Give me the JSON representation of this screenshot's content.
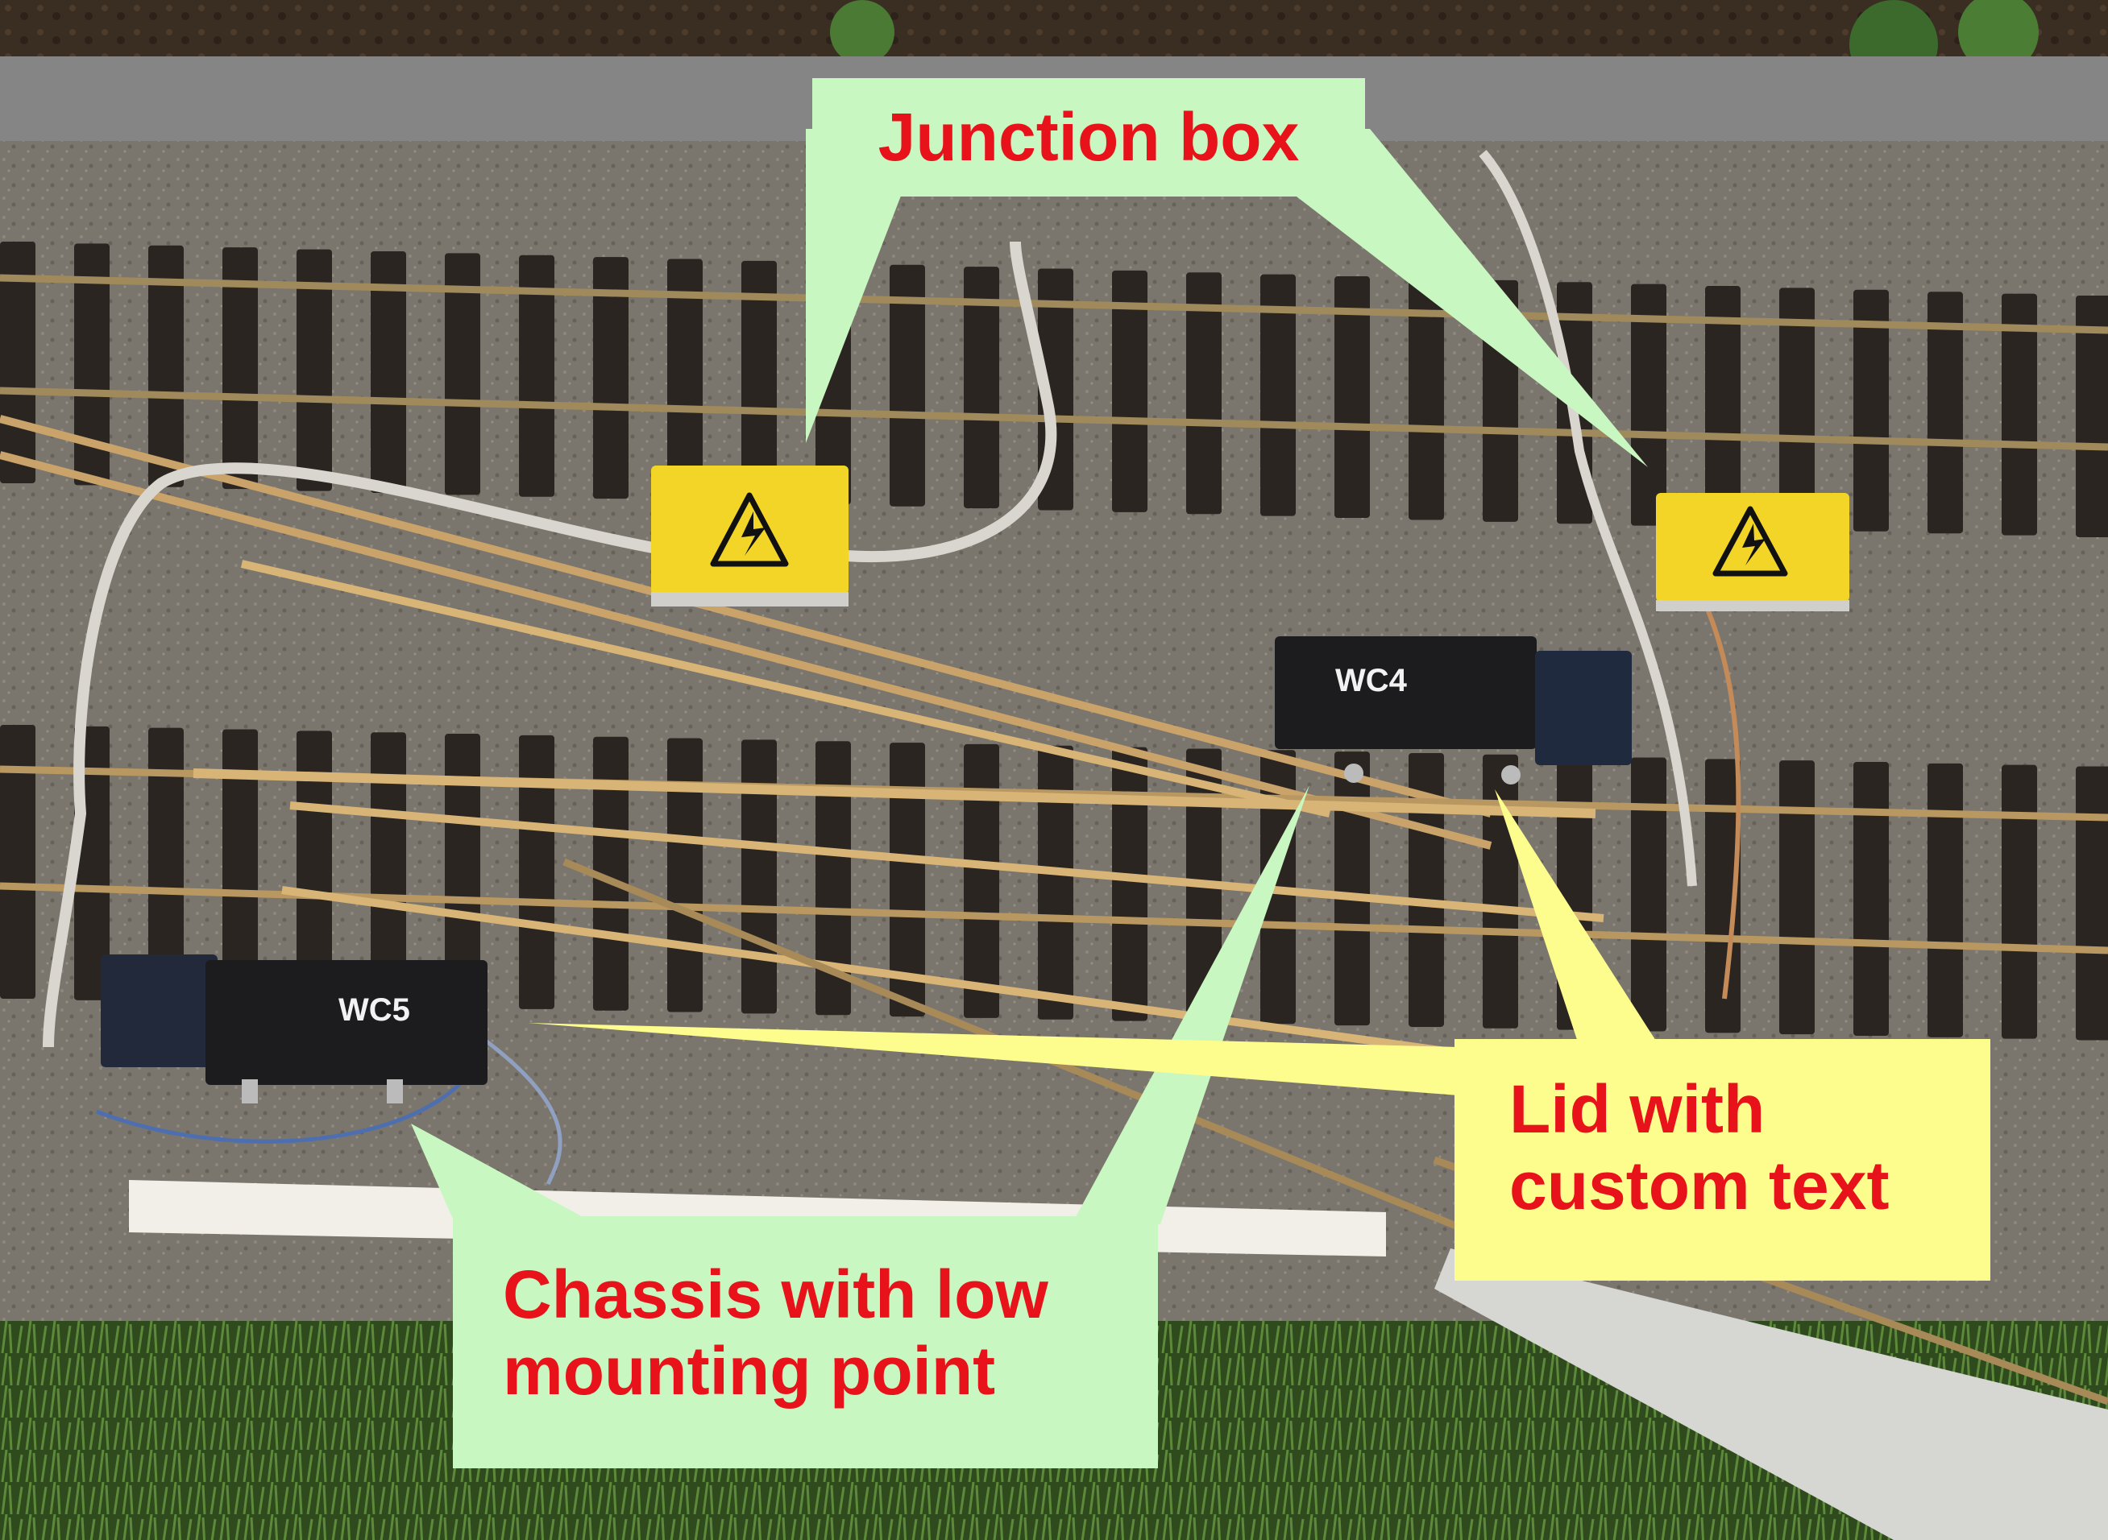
{
  "photo": {
    "subject": "garden railway turnout with point-motor boxes",
    "box_labels": {
      "wc4": "WC4",
      "wc5": "WC5"
    },
    "icons": [
      "warning-electric-icon",
      "warning-electric-icon"
    ],
    "colors": {
      "green_callout": "#c9f7c1",
      "yellow_callout": "#fdfd8e",
      "callout_text": "#e8121b",
      "junction_box": "#f2d526",
      "lid": "#1c1c1e",
      "rail": "#c9a36a",
      "sleeper": "#2b2522"
    }
  },
  "callouts": {
    "junction_box": {
      "text": "Junction box"
    },
    "lid": {
      "line1": "Lid with",
      "line2": "custom text"
    },
    "chassis": {
      "line1": "Chassis with low",
      "line2": "mounting point"
    }
  }
}
